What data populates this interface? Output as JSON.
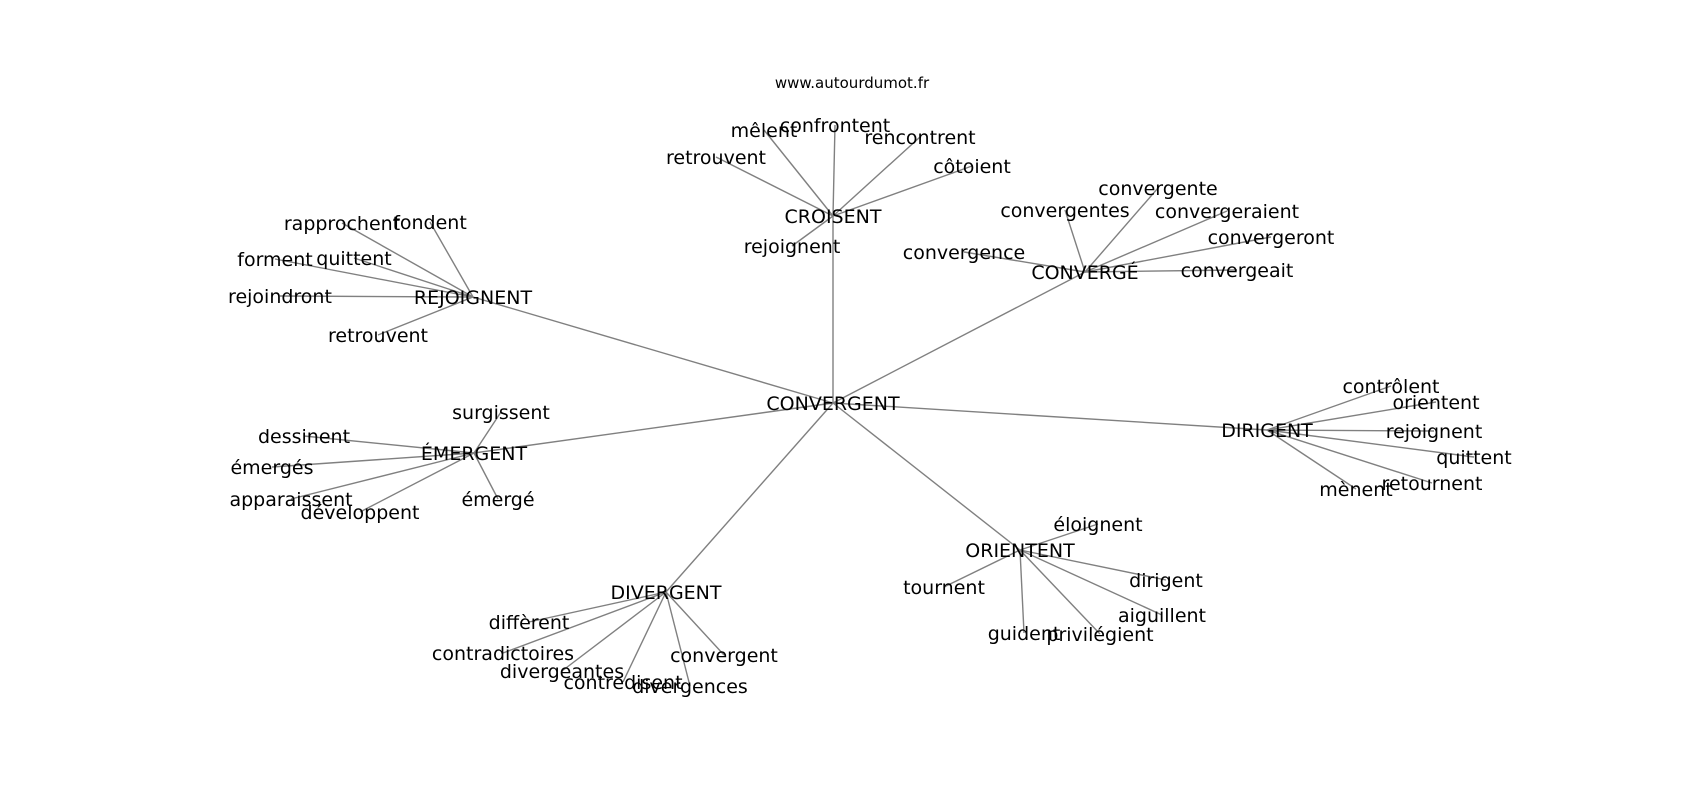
{
  "source": "www.autourdumot.fr",
  "colors": {
    "edge": "#808080",
    "text": "#000000",
    "background": "#ffffff"
  },
  "center": "CONVERGENT",
  "clusters": [
    {
      "key": "croisent",
      "hub": "CROISENT",
      "leaves": [
        "mêlent",
        "confrontent",
        "rencontrent",
        "retrouvent",
        "côtoient",
        "rejoignent"
      ]
    },
    {
      "key": "rejoignent",
      "hub": "REJOIGNENT",
      "leaves": [
        "rapprochent",
        "fondent",
        "forment",
        "quittent",
        "rejoindront",
        "retrouvent"
      ]
    },
    {
      "key": "converge",
      "hub": "CONVERGÉ",
      "leaves": [
        "convergente",
        "convergentes",
        "convergeraient",
        "convergeront",
        "convergence",
        "convergeait"
      ]
    },
    {
      "key": "dirigent",
      "hub": "DIRIGENT",
      "leaves": [
        "contrôlent",
        "orientent",
        "rejoignent",
        "quittent",
        "retournent",
        "mènent"
      ]
    },
    {
      "key": "emergent",
      "hub": "ÉMERGENT",
      "leaves": [
        "surgissent",
        "dessinent",
        "émergés",
        "apparaissent",
        "développent",
        "émergé"
      ]
    },
    {
      "key": "orientent",
      "hub": "ORIENTENT",
      "leaves": [
        "éloignent",
        "tournent",
        "dirigent",
        "aiguillent",
        "guident",
        "privilégient"
      ]
    },
    {
      "key": "divergent",
      "hub": "DIVERGENT",
      "leaves": [
        "diffèrent",
        "contradictoires",
        "divergeantes",
        "convergent",
        "contredisent",
        "divergences"
      ]
    }
  ]
}
